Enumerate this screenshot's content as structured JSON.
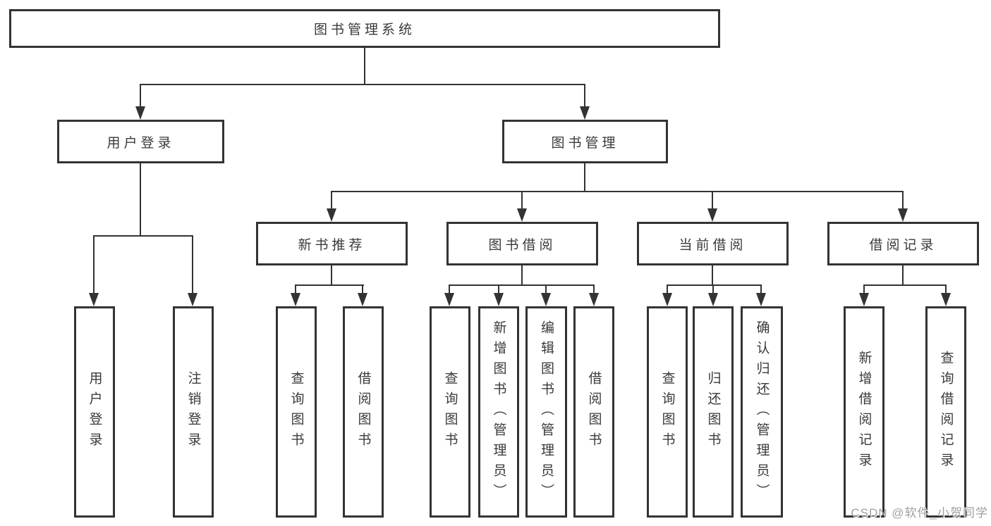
{
  "diagram": {
    "root": {
      "label": "图书管理系统"
    },
    "level2": [
      {
        "label": "用户登录"
      },
      {
        "label": "图书管理"
      }
    ],
    "level3": [
      {
        "label": "新书推荐"
      },
      {
        "label": "图书借阅"
      },
      {
        "label": "当前借阅"
      },
      {
        "label": "借阅记录"
      }
    ],
    "leaves": {
      "user_login": [
        "用户登录",
        "注销登录"
      ],
      "new_books": [
        "查询图书",
        "借阅图书"
      ],
      "book_borrow": [
        "查询图书",
        "新增图书（管理员）",
        "编辑图书（管理员）",
        "借阅图书"
      ],
      "current_borrow": [
        "查询图书",
        "归还图书",
        "确认归还（管理员）"
      ],
      "borrow_records": [
        "新增借阅记录",
        "查询借阅记录"
      ]
    }
  },
  "watermark": "CSDN @软件_小贺同学",
  "colors": {
    "line": "#333333",
    "text": "#3a3a3a",
    "watermark": "#a0a0a0",
    "background": "#ffffff"
  }
}
